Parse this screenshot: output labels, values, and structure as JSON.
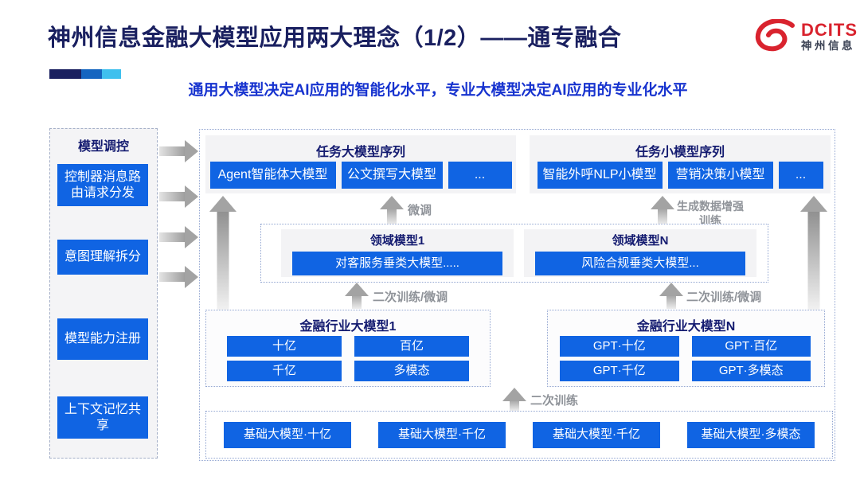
{
  "slide": {
    "title": "神州信息金融大模型应用两大理念（1/2）——通专融合",
    "subtitle": "通用大模型决定AI应用的智能化水平，专业大模型决定AI应用的专业化水平"
  },
  "logo": {
    "brand": "DCITS",
    "brand_cn": "神州信息"
  },
  "sidebar": {
    "title": "模型调控",
    "items": [
      {
        "label": "控制器消息路由请求分发"
      },
      {
        "label": "意图理解拆分"
      },
      {
        "label": "模型能力注册"
      },
      {
        "label": "上下文记忆共享"
      }
    ]
  },
  "diagram": {
    "task_large": {
      "title": "任务大模型序列",
      "models": [
        "Agent智能体大模型",
        "公文撰写大模型",
        "..."
      ]
    },
    "task_small": {
      "title": "任务小模型序列",
      "models": [
        "智能外呼NLP小模型",
        "营销决策小模型",
        "..."
      ]
    },
    "domain_1": {
      "title": "领域模型1",
      "model": "对客服务垂类大模型....."
    },
    "domain_n": {
      "title": "领域模型N",
      "model": "风险合规垂类大模型..."
    },
    "industry_1": {
      "title": "金融行业大模型1",
      "models": [
        "十亿",
        "百亿",
        "千亿",
        "多模态"
      ]
    },
    "industry_n": {
      "title": "金融行业大模型N",
      "models": [
        "GPT·十亿",
        "GPT·百亿",
        "GPT·千亿",
        "GPT·多模态"
      ]
    },
    "base_models": [
      "基础大模型·十亿",
      "基础大模型·千亿",
      "基础大模型·千亿",
      "基础大模型·多模态"
    ],
    "labels": {
      "finetune": "微调",
      "gen_data_train": "生成数据增强训练",
      "retrain_finetune_left": "二次训练/微调",
      "retrain_finetune_right": "二次训练/微调",
      "retrain": "二次训练"
    }
  },
  "colors": {
    "accent_blue": "#1064e3",
    "navy_title": "#1a2060",
    "subtitle_blue": "#1733cf",
    "logo_red": "#d9232e"
  }
}
